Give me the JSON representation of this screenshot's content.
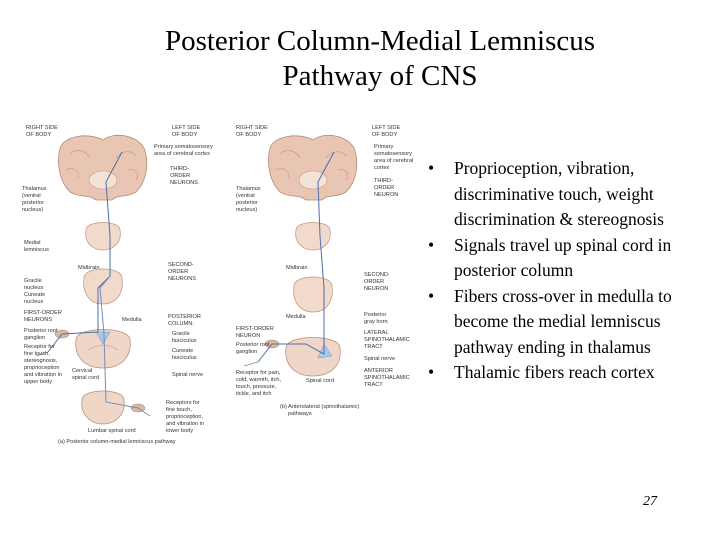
{
  "slide": {
    "title_line1": "Posterior Column-Medial Lemniscus",
    "title_line2": "Pathway of CNS",
    "bullets": [
      "Proprioception, vibration, discriminative touch, weight discrimination & stereognosis",
      "Signals travel up spinal cord in posterior column",
      "Fibers cross-over in medulla to become the medial lemniscus pathway ending in thalamus",
      "Thalamic fibers reach cortex"
    ],
    "page_number": "27"
  },
  "figure": {
    "left": {
      "labels": {
        "right_side_1": "RIGHT SIDE",
        "right_side_2": "OF BODY",
        "left_side_1": "LEFT SIDE",
        "left_side_2": "OF BODY",
        "cortex_1": "Primary somatosensory",
        "cortex_2": "area of cerebral cortex",
        "third_1": "THIRD-",
        "third_2": "ORDER",
        "third_3": "NEURONS",
        "thalamus_1": "Thalamus",
        "thalamus_2": "(ventral",
        "thalamus_3": "posterior",
        "thalamus_4": "nucleus)",
        "medial_lemniscus_1": "Medial",
        "medial_lemniscus_2": "lemniscus",
        "midbrain": "Midbrain",
        "second_1": "SECOND-",
        "second_2": "ORDER",
        "second_3": "NEURONS",
        "gracile_1": "Gracile",
        "gracile_2": "nucleus",
        "cuneate_1": "Cuneate",
        "cuneate_2": "nucleus",
        "first_1": "FIRST-ORDER",
        "first_2": "NEURONS",
        "medulla": "Medulla",
        "posterior_column_1": "POSTERIOR",
        "posterior_column_2": "COLUMN:",
        "gracile_fasciculus_1": "Gracile",
        "gracile_fasciculus_2": "fasciculus",
        "cuneate_fasciculus_1": "Cuneate",
        "cuneate_fasciculus_2": "fasciculus",
        "root_ganglion_1": "Posterior root",
        "root_ganglion_2": "ganglion",
        "receptor_1": "Receptor for",
        "receptor_2": "fine touch,",
        "receptor_3": "stereognosis,",
        "receptor_4": "proprioception",
        "receptor_5": "and vibration in",
        "receptor_6": "upper body",
        "spinal_nerve": "Spinal nerve",
        "cervical_1": "Cervical",
        "cervical_2": "spinal cord",
        "receptor_lower_1": "Receptors for",
        "receptor_lower_2": "fine touch,",
        "receptor_lower_3": "proprioception,",
        "receptor_lower_4": "and vibration in",
        "receptor_lower_5": "lower body",
        "lumbar": "Lumbar spinal cord",
        "caption": "(a) Posterior column-medial lemniscus pathway"
      }
    },
    "right": {
      "labels": {
        "right_side_1": "RIGHT SIDE",
        "right_side_2": "OF BODY",
        "left_side_1": "LEFT SIDE",
        "left_side_2": "OF BODY",
        "cortex_1": "Primary",
        "cortex_2": "somatosensory",
        "cortex_3": "area of cerebral",
        "cortex_4": "cortex",
        "third_1": "THIRD-",
        "third_2": "ORDER",
        "third_3": "NEURON",
        "thalamus_1": "Thalamus",
        "thalamus_2": "(ventral",
        "thalamus_3": "posterior",
        "thalamus_4": "nucleus)",
        "midbrain": "Midbrain",
        "second_1": "SECOND-",
        "second_2": "ORDER",
        "second_3": "NEURON",
        "medulla": "Medulla",
        "posterior_gray_1": "Posterior",
        "posterior_gray_2": "gray horn",
        "first_1": "FIRST-ORDER",
        "first_2": "NEURON",
        "root_ganglion_1": "Posterior root",
        "root_ganglion_2": "ganglion",
        "lateral_1": "LATERAL",
        "lateral_2": "SPINOTHALAMIC",
        "lateral_3": "TRACT",
        "spinal_nerve": "Spinal nerve",
        "receptor_1": "Receptor for pain,",
        "receptor_2": "cold, warmth, itch,",
        "receptor_3": "touch, pressure,",
        "receptor_4": "tickle, and itch",
        "spinal_cord": "Spinal cord",
        "anterior_1": "ANTERIOR",
        "anterior_2": "SPINOTHALAMIC",
        "anterior_3": "TRACT",
        "caption_1": "(b) Anterolateral (spinothalamic)",
        "caption_2": "pathways"
      }
    }
  }
}
